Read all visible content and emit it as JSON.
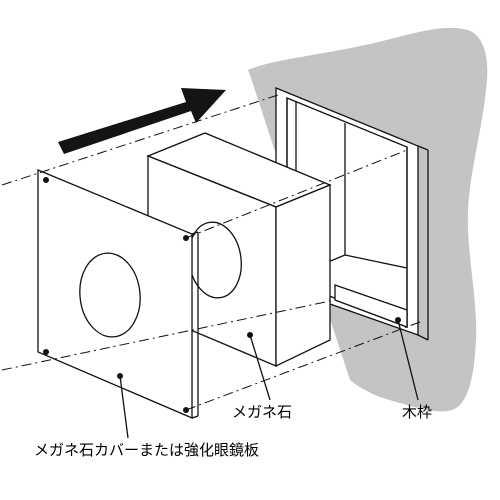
{
  "colors": {
    "wall": "#c4c4c4",
    "line": "#111111",
    "face": "#ffffff",
    "arrow": "#141414"
  },
  "labels": {
    "megane_ishi": "メガネ石",
    "wakuboku": "木枠",
    "cover": "メガネ石カバーまたは強化眼鏡板"
  }
}
